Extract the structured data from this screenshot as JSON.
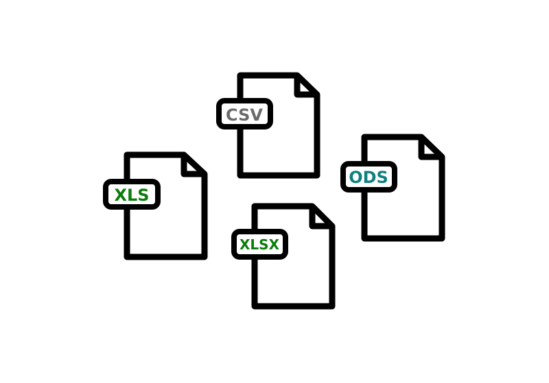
{
  "files": [
    {
      "label": "CSV",
      "label_color": "#6b6b6b"
    },
    {
      "label": "XLS",
      "label_color": "#0a7d0a"
    },
    {
      "label": "XLSX",
      "label_color": "#0a7d0a"
    },
    {
      "label": "ODS",
      "label_color": "#0f8080"
    }
  ],
  "colors": {
    "outline": "#000000",
    "fill": "#ffffff",
    "background": "#ffffff"
  },
  "icons": [
    "file-icon",
    "file-icon",
    "file-icon",
    "file-icon"
  ]
}
